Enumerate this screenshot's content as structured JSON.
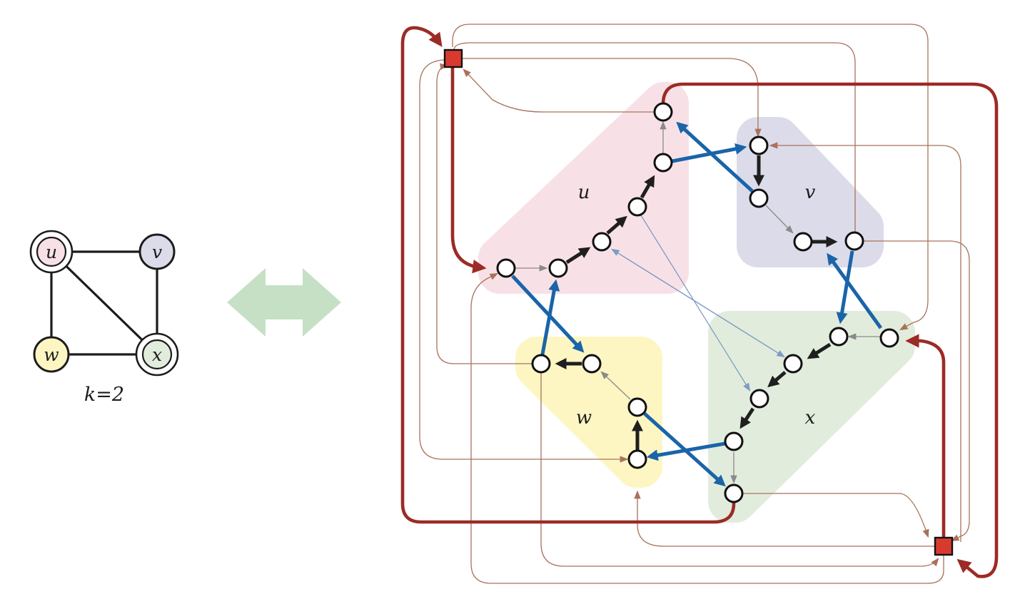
{
  "left_graph": {
    "vertices": [
      {
        "id": "u",
        "label": "u",
        "color": "#f8e1e6",
        "double_ring": true
      },
      {
        "id": "v",
        "label": "v",
        "color": "#dcdbea",
        "double_ring": false
      },
      {
        "id": "w",
        "label": "w",
        "color": "#fdf6c3",
        "double_ring": false
      },
      {
        "id": "x",
        "label": "x",
        "color": "#e2ecdc",
        "double_ring": true
      }
    ],
    "edges": [
      [
        "u",
        "v"
      ],
      [
        "u",
        "w"
      ],
      [
        "u",
        "x"
      ],
      [
        "v",
        "x"
      ],
      [
        "w",
        "x"
      ]
    ],
    "parameter": "k=2"
  },
  "equivalence_arrow": {
    "color": "#c6e0c6",
    "icon": "double-headed-arrow"
  },
  "gadget_graph": {
    "regions": [
      {
        "id": "u",
        "label": "u",
        "color": "#f8e1e6"
      },
      {
        "id": "v",
        "label": "v",
        "color": "#dcdbea"
      },
      {
        "id": "w",
        "label": "w",
        "color": "#fdf6c3"
      },
      {
        "id": "x",
        "label": "x",
        "color": "#e2ecdc"
      }
    ],
    "terminal_color": "#d93a2f",
    "colors": {
      "chain": "#1f1f1f",
      "cross": "#1a64a8",
      "loop": "#9c2b26",
      "thin": "#a9725b",
      "gray": "#8a8a8a",
      "blue_thin": "#7d9cc6"
    }
  }
}
